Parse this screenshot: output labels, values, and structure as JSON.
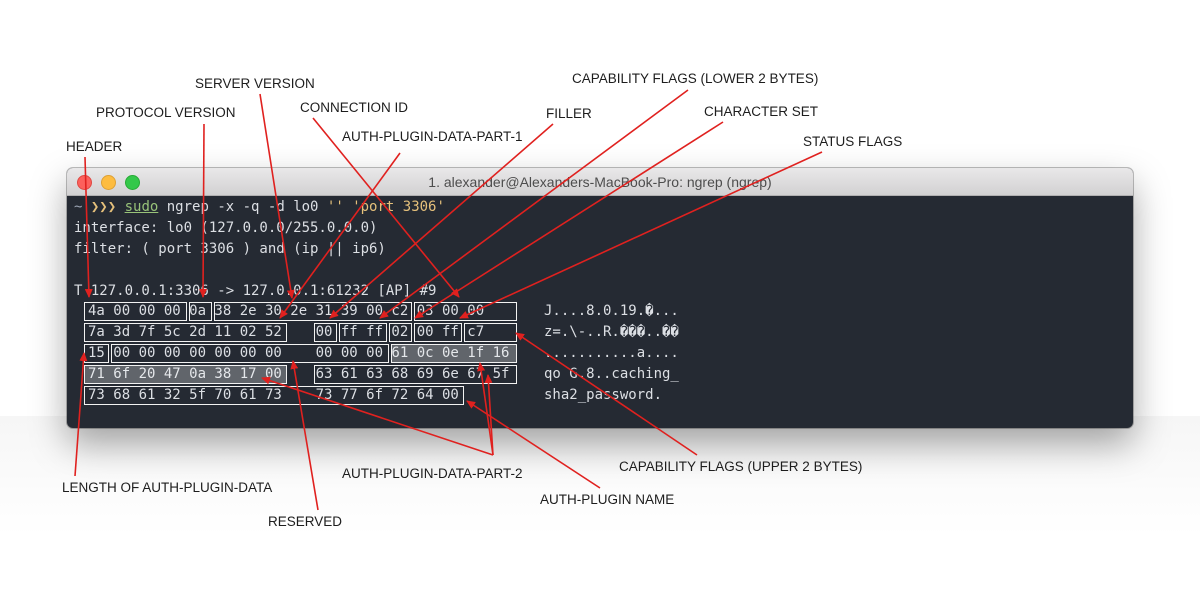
{
  "window": {
    "title": "1. alexander@Alexanders-MacBook-Pro: ngrep (ngrep)"
  },
  "terminal": {
    "prompt_tilde": "~",
    "prompt_arrows": "❯❯❯",
    "command_sudo": "sudo",
    "command_rest": " ngrep -x -q -d lo0 ",
    "command_arg1": "''",
    "command_arg2": "'port 3306'",
    "interface_line": "interface: lo0 (127.0.0.0/255.0.0.0)",
    "filter_line": "filter: ( port 3306 ) and (ip || ip6)",
    "packet_header": "T 127.0.0.1:3306 -> 127.0.0.1:61232 [AP] #9",
    "hex_rows": [
      "4a 00 00 00 0a 38 2e 30 2e 31 39 00 c2 03 00 00",
      "7a 3d 7f 5c 2d 11 02 52    00 ff ff 02 00 ff c7",
      "15 00 00 00 00 00 00 00    00 00 00 61 0c 0e 1f 16",
      "71 6f 20 47 0a 38 17 00    63 61 63 68 69 6e 67 5f",
      "73 68 61 32 5f 70 61 73    73 77 6f 72 64 00"
    ],
    "ascii_rows": [
      "J....8.0.19.�...",
      "z=.\\-..R.���..��",
      "...........a....",
      "qo G.8..caching_",
      "sha2_password."
    ]
  },
  "annotations": {
    "header": "HEADER",
    "protocol_version": "PROTOCOL VERSION",
    "server_version": "SERVER VERSION",
    "connection_id": "CONNECTION ID",
    "auth_plugin_data_part_1": "AUTH-PLUGIN-DATA-PART-1",
    "filler": "FILLER",
    "capability_flags_lower": "CAPABILITY FLAGS (LOWER 2 BYTES)",
    "character_set": "CHARACTER SET",
    "status_flags": "STATUS FLAGS",
    "capability_flags_upper": "CAPABILITY FLAGS (UPPER 2 BYTES)",
    "auth_plugin_data_part_2": "AUTH-PLUGIN-DATA-PART-2",
    "auth_plugin_name": "AUTH-PLUGIN NAME",
    "length_of_auth_plugin_data": "LENGTH OF AUTH-PLUGIN-DATA",
    "reserved": "RESERVED"
  },
  "colors": {
    "arrow": "#e0211f",
    "terminal_bg": "#252a33",
    "highlight_border": "#f2f2f2"
  }
}
